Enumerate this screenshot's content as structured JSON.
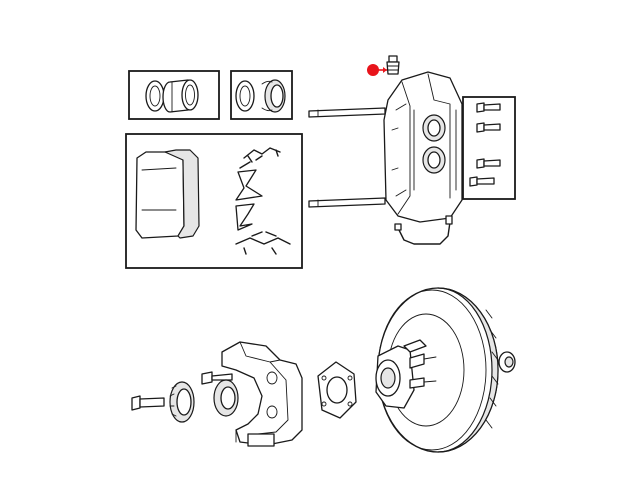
{
  "diagram": {
    "components": [
      {
        "name": "bleeder-screw",
        "highlighted": true
      },
      {
        "name": "caliper-piston-kit"
      },
      {
        "name": "caliper-seal-kit"
      },
      {
        "name": "brake-pad-kit"
      },
      {
        "name": "caliper-guide-pins"
      },
      {
        "name": "brake-caliper"
      },
      {
        "name": "caliper-bolts"
      },
      {
        "name": "brake-line"
      },
      {
        "name": "steering-knuckle"
      },
      {
        "name": "tone-ring"
      },
      {
        "name": "axle-seal"
      },
      {
        "name": "dust-shield"
      },
      {
        "name": "hub-bearing-assembly"
      },
      {
        "name": "brake-rotor"
      },
      {
        "name": "hub-nut"
      }
    ],
    "highlight_color": "#e8141b"
  }
}
